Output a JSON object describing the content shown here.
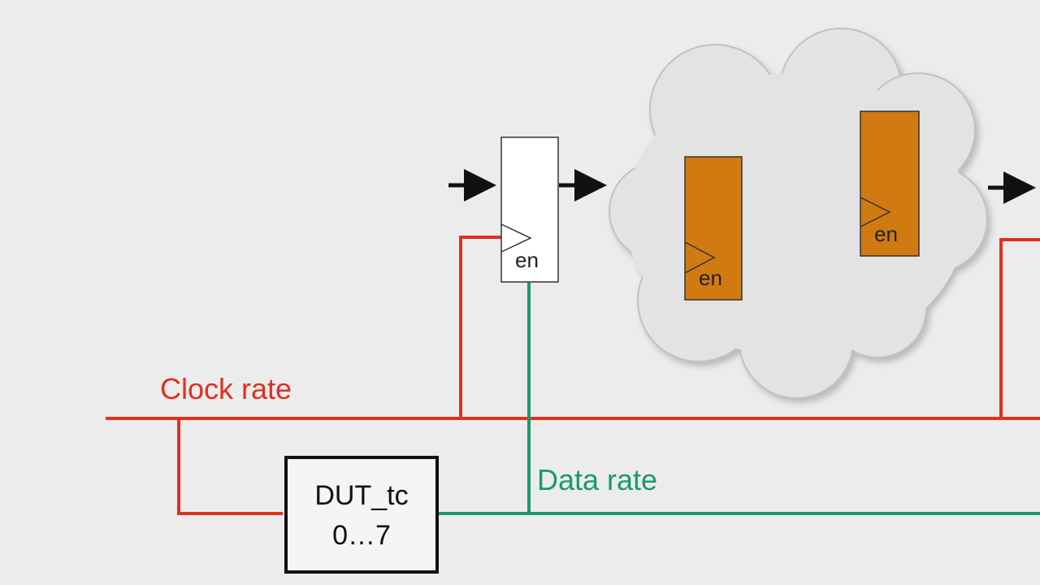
{
  "diagram": {
    "labels": {
      "clock_rate": "Clock rate",
      "data_rate": "Data rate",
      "counter_name": "DUT_tc",
      "counter_range": "0…7",
      "enable": "en"
    },
    "colors": {
      "background": "#ececec",
      "clock_wire": "#e0301e",
      "data_wire": "#1a9a6a",
      "register_fill": "#d17a12",
      "register_input_fill": "#ffffff",
      "cloud_fill": "#e3e3e3",
      "arrow": "#111111"
    }
  }
}
